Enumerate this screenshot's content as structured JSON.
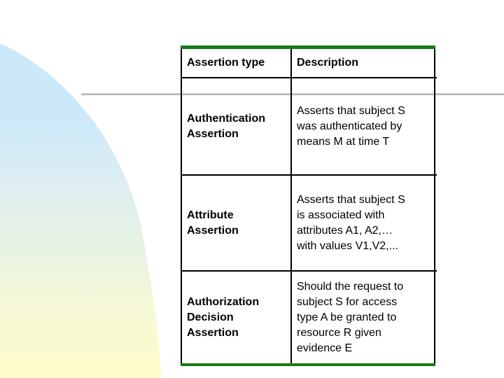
{
  "slide": {
    "background": {
      "base_color": "#ffffff",
      "curve_gradient_top": "#cbe9fa",
      "curve_gradient_middle": "#e9f4e2",
      "curve_gradient_bottom": "#fdfcca",
      "divider_line_color": "#b1b1b1"
    },
    "table": {
      "accent_border_color": "#177a17",
      "grid_border_color": "#000000",
      "headers": [
        "Assertion type",
        "Description"
      ],
      "rows": [
        {
          "type": "Authentication\nAssertion",
          "description": "Asserts that subject S\nwas authenticated by\nmeans M at time T"
        },
        {
          "type": "Attribute\nAssertion",
          "description": "Asserts that subject S\nis associated with\nattributes A1, A2,…\nwith values V1,V2,..."
        },
        {
          "type": "Authorization\nDecision\nAssertion",
          "description": "Should the request to\nsubject S for access\ntype A be granted to\nresource R given\nevidence E"
        }
      ]
    }
  }
}
